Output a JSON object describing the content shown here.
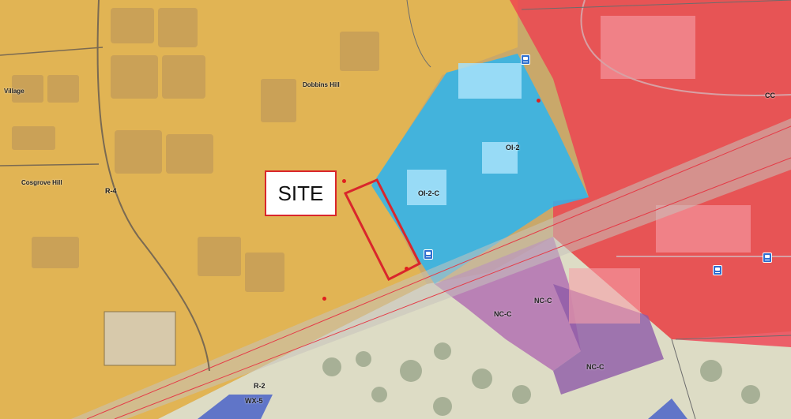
{
  "site_label": "SITE",
  "places": {
    "dobbins_hill": "Dobbins Hill",
    "village": "Village",
    "cosgrove_hill": "Cosgrove Hill"
  },
  "zones": {
    "r4": "R-4",
    "oi2c": "OI-2-C",
    "oi2": "OI-2",
    "cc": "CC",
    "ncc_1": "NC-C",
    "ncc_2": "NC-C",
    "ncc_3": "NC-C",
    "r2": "R-2",
    "wx5": "WX-5"
  },
  "colors": {
    "residential": "#e8b84d",
    "office": "#2bb5f0",
    "commercial": "#f03c4f",
    "neighborhood_commercial": "#b06ab0",
    "mixed_use": "#4a63c8",
    "open_land": "#dfe1cf",
    "site_outline": "#d9262c"
  },
  "icons": [
    "bus-icon",
    "bus-icon",
    "bus-icon",
    "bus-icon"
  ]
}
